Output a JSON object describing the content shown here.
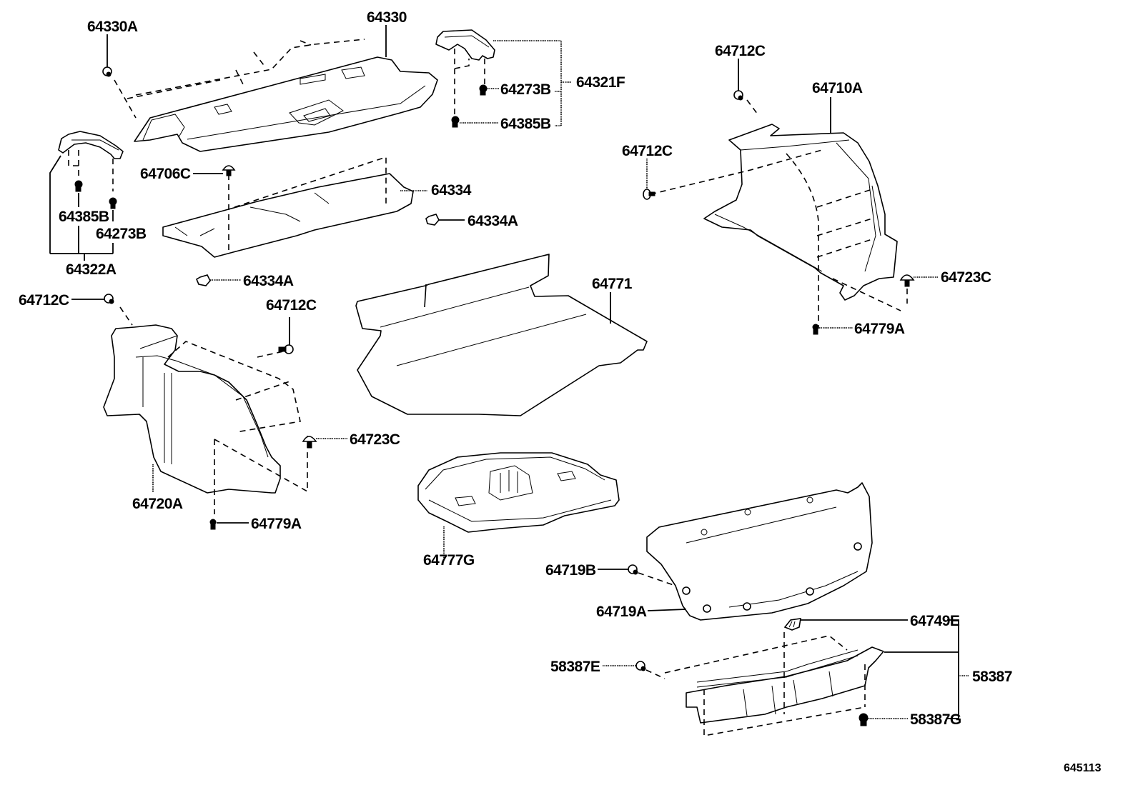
{
  "diagram": {
    "title_code": "645113",
    "parts": {
      "p64330A": "64330A",
      "p64330": "64330",
      "p64321F": "64321F",
      "p64273B_top": "64273B",
      "p64385B_top": "64385B",
      "p64385B_left": "64385B",
      "p64273B_left": "64273B",
      "p64322A": "64322A",
      "p64706C": "64706C",
      "p64334": "64334",
      "p64334A_right": "64334A",
      "p64334A_left": "64334A",
      "p64712C_top": "64712C",
      "p64710A": "64710A",
      "p64712C_mid": "64712C",
      "p64723C_right": "64723C",
      "p64779A_right": "64779A",
      "p64712C_left": "64712C",
      "p64712C_center": "64712C",
      "p64771": "64771",
      "p64723C_left": "64723C",
      "p64720A": "64720A",
      "p64779A_left": "64779A",
      "p64777G": "64777G",
      "p64719B": "64719B",
      "p64719A": "64719A",
      "p64749E": "64749E",
      "p58387E": "58387E",
      "p58387": "58387",
      "p58387G": "58387G"
    }
  }
}
